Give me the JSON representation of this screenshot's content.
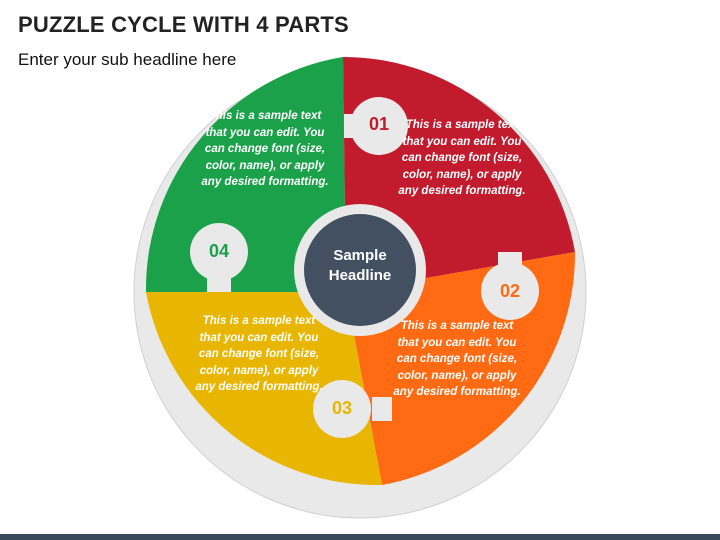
{
  "title": "PUZZLE CYCLE WITH 4 PARTS",
  "subtitle": "Enter your sub headline here",
  "center": {
    "line1": "Sample",
    "line2": "Headline"
  },
  "colors": {
    "red": "#c21b2d",
    "orange": "#ff6a13",
    "yellow": "#e8b600",
    "green": "#1aa14a",
    "ring": "#e8e8e8",
    "center": "#425062",
    "footer": "#3a4a5c"
  },
  "segments": [
    {
      "number": "01",
      "text": "This is a sample text that you can edit. You can change font (size, color, name), or apply any desired formatting."
    },
    {
      "number": "02",
      "text": "This is a sample text that you can edit. You can change font (size, color, name), or apply any desired formatting."
    },
    {
      "number": "03",
      "text": "This is a sample text that you can edit. You can change font (size, color, name), or apply any desired formatting."
    },
    {
      "number": "04",
      "text": "This is a sample text that you can edit. You can change font (size, color, name), or apply any desired formatting."
    }
  ]
}
